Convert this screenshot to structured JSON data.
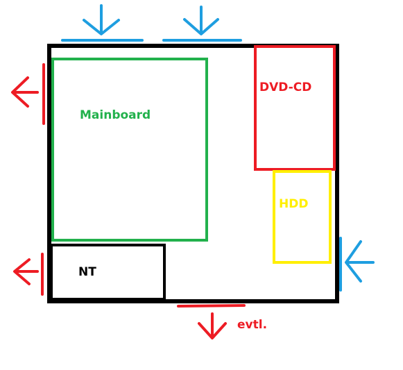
{
  "labels": {
    "mainboard": "Mainboard",
    "dvd_cd": "DVD-CD",
    "hdd": "HDD",
    "nt": "NT",
    "evtl": "evtl."
  },
  "colors": {
    "case": "#000000",
    "mainboard": "#22b14c",
    "dvd_cd": "#ed1c24",
    "hdd": "#ffef00",
    "nt": "#000000",
    "intake": "#1e9ee0",
    "exhaust": "#ed1c24"
  },
  "airflow": {
    "intake_arrows": [
      "top-left",
      "top-right",
      "right"
    ],
    "exhaust_arrows": [
      "left-upper",
      "left-lower",
      "bottom"
    ],
    "intake_icon": "blue-arrow-in-icon",
    "exhaust_icon": "red-arrow-out-icon"
  }
}
